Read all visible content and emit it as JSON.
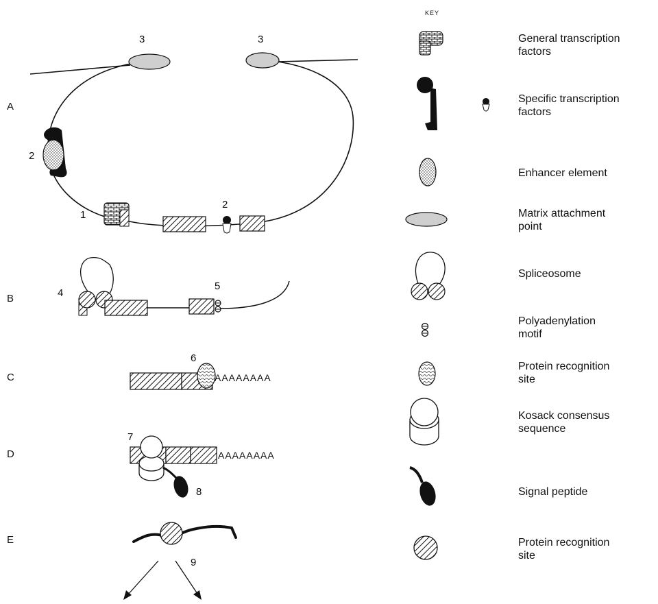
{
  "key": {
    "header": "KEY",
    "items": [
      {
        "icon": "general-transcription-factor-icon",
        "line1": "General transcription",
        "line2": "factors"
      },
      {
        "icon": "specific-transcription-factor-icon",
        "line1": "Specific transcription",
        "line2": "factors"
      },
      {
        "icon": "enhancer-element-icon",
        "line1": "Enhancer element",
        "line2": ""
      },
      {
        "icon": "matrix-attachment-point-icon",
        "line1": "Matrix attachment",
        "line2": "point"
      },
      {
        "icon": "spliceosome-icon",
        "line1": "Spliceosome",
        "line2": ""
      },
      {
        "icon": "polyadenylation-motif-icon",
        "line1": "Polyadenylation",
        "line2": "motif"
      },
      {
        "icon": "protein-recognition-site-dotted-icon",
        "line1": "Protein recognition",
        "line2": "site"
      },
      {
        "icon": "kosack-consensus-icon",
        "line1": "Kosack consensus",
        "line2": "sequence"
      },
      {
        "icon": "signal-peptide-icon",
        "line1": "Signal peptide",
        "line2": ""
      },
      {
        "icon": "protein-recognition-site-hatched-icon",
        "line1": "Protein recognition",
        "line2": "site"
      }
    ]
  },
  "rows": {
    "a": "A",
    "b": "B",
    "c": "C",
    "d": "D",
    "e": "E"
  },
  "numbers": {
    "n1": "1",
    "n2": "2",
    "n3": "3",
    "n4": "4",
    "n5": "5",
    "n6": "6",
    "n7": "7",
    "n8": "8",
    "n9": "9"
  },
  "poly_a_tail": "AAAAAAAA"
}
